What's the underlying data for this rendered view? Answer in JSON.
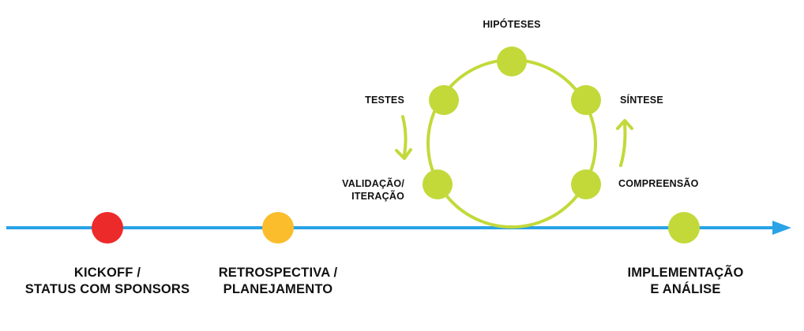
{
  "colors": {
    "timeline": "#29a3e6",
    "loop": "#c3d93a",
    "kickoff": "#ed2a2a",
    "retrospective": "#fbbd2c",
    "implementation": "#c3d93a",
    "text": "#111111"
  },
  "milestones": [
    {
      "id": "kickoff",
      "line1": "KICKOFF /",
      "line2": "STATUS COM SPONSORS",
      "color": "#ed2a2a"
    },
    {
      "id": "retrospective",
      "line1": "RETROSPECTIVA /",
      "line2": "PLANEJAMENTO",
      "color": "#fbbd2c"
    },
    {
      "id": "implementation",
      "line1": "IMPLEMENTAÇÃO",
      "line2": "E ANÁLISE",
      "color": "#c3d93a"
    }
  ],
  "cycle": {
    "hipoteses": "HIPÓTESES",
    "sintese": "SÍNTESE",
    "compreensao": "COMPREENSÃO",
    "validacao_line1": "VALIDAÇÃO/",
    "validacao_line2": "ITERAÇÃO",
    "testes": "TESTES"
  }
}
